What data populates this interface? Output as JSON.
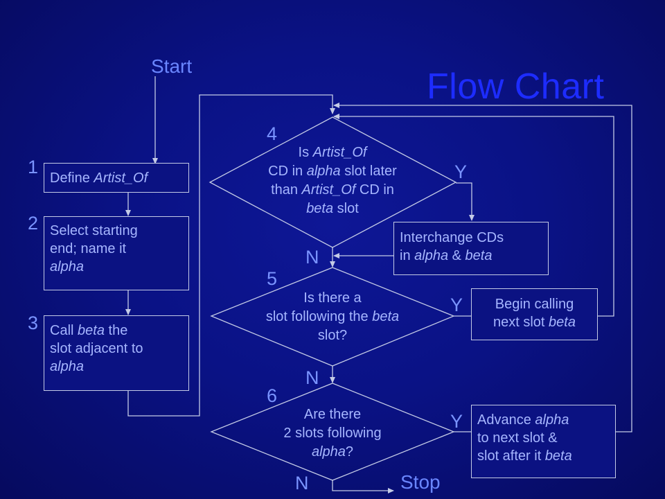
{
  "title": "Flow Chart",
  "start_label": "Start",
  "stop_label": "Stop",
  "steps": {
    "s1": {
      "num": "1",
      "pre": "Define ",
      "em": "Artist_Of"
    },
    "s2": {
      "num": "2",
      "line1": "Select starting",
      "line2": "end; name it",
      "em": "alpha"
    },
    "s3": {
      "num": "3",
      "pre": "Call ",
      "em1": "beta",
      "line1_post": " the",
      "line2": "slot adjacent to",
      "em2": "alpha"
    }
  },
  "decisions": {
    "d4": {
      "num": "4",
      "l1_pre": "Is ",
      "l1_em": "Artist_Of",
      "l2_pre": "CD in ",
      "l2_em": "alpha",
      "l2_post": " slot later",
      "l3_pre": "than ",
      "l3_em": "Artist_Of",
      "l3_post": " CD in",
      "l4_em": "beta",
      "l4_post": " slot",
      "yes": "Y",
      "no": "N"
    },
    "d5": {
      "num": "5",
      "l1": "Is there a",
      "l2_pre": "slot following the ",
      "l2_em": "beta",
      "l3": "slot?",
      "yes": "Y",
      "no": "N"
    },
    "d6": {
      "num": "6",
      "l1": "Are there",
      "l2": "2 slots following",
      "l3_em": "alpha",
      "l3_post": "?",
      "yes": "Y",
      "no": "N"
    }
  },
  "actions": {
    "interchange": {
      "line1": "Interchange CDs",
      "l2_pre": "in ",
      "l2_em1": "alpha",
      "l2_mid": " & ",
      "l2_em2": "beta"
    },
    "begin": {
      "line1": "Begin calling",
      "l2_pre": "next slot ",
      "l2_em": "beta"
    },
    "advance": {
      "l1_pre": "Advance ",
      "l1_em": "alpha",
      "line2": "to next slot &",
      "l3_pre": "slot after it ",
      "l3_em": "beta"
    }
  },
  "colors": {
    "background": "#0a1285",
    "connector": "#c4cbe6",
    "title": "#1d2cff",
    "text": "#a6b6ff"
  }
}
